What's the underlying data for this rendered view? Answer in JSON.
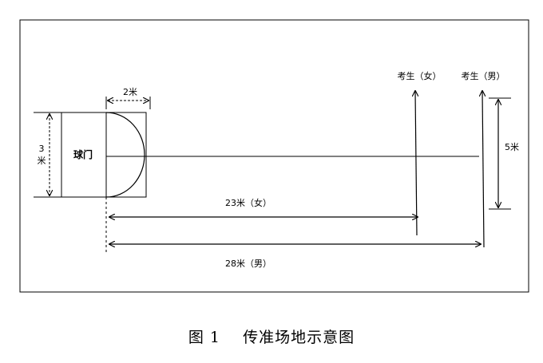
{
  "labels": {
    "width_2m": "2米",
    "height_3m_top": "3",
    "height_3m_bottom": "米",
    "goal": "球门",
    "female_examinee": "考生（女）",
    "male_examinee": "考生（男）",
    "distance_female": "23米（女）",
    "distance_male": "28米（男）",
    "range_5m": "5米"
  },
  "caption": {
    "number": "图 1",
    "title": "传准场地示意图"
  }
}
